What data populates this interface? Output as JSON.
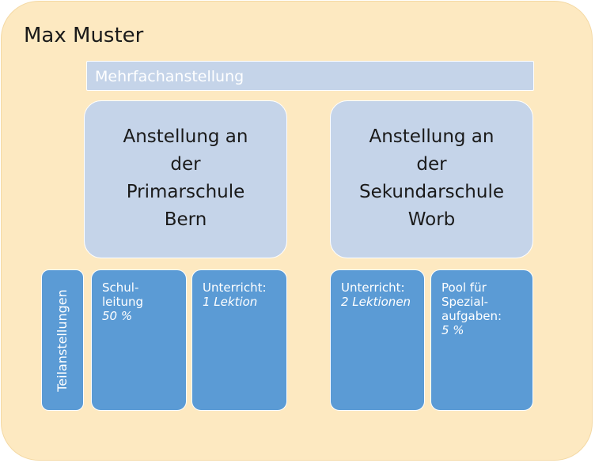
{
  "person": {
    "name": "Max Muster"
  },
  "banner": {
    "label": "Mehrfachanstellung"
  },
  "employments": [
    {
      "label": "Anstellung an\nder\nPrimarschule\nBern"
    },
    {
      "label": "Anstellung an\nder\nSekundarschule\nWorb"
    }
  ],
  "side_label": "Teilanstellungen",
  "partial_employments": [
    {
      "label": "Schul-\nleitung",
      "value": "50 %"
    },
    {
      "label": "Unterricht:",
      "value": "1 Lektion"
    },
    {
      "label": "Unterricht:",
      "value": "2 Lektionen"
    },
    {
      "label": "Pool für\nSpezial-\naufgaben:",
      "value": "5 %"
    }
  ],
  "colors": {
    "background": "#fde9c1",
    "light_box": "#c5d4e9",
    "dark_box": "#5b9bd5"
  }
}
